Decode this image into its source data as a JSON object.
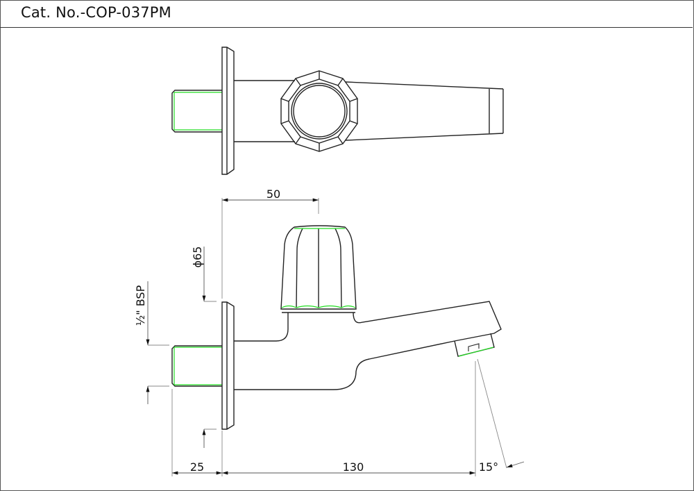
{
  "header": {
    "title": "Cat. No.-COP-037PM"
  },
  "drawing": {
    "views": [
      "top-view",
      "side-view"
    ],
    "colors": {
      "line": "#222222",
      "thread_highlight": "#22dd22",
      "dimension": "#888888"
    },
    "dimensions": {
      "handle_offset": "50",
      "flange_diameter": "ϕ65",
      "thread": "½\" BSP",
      "thread_length": "25",
      "spout_length": "130",
      "spout_angle": "15°"
    }
  }
}
